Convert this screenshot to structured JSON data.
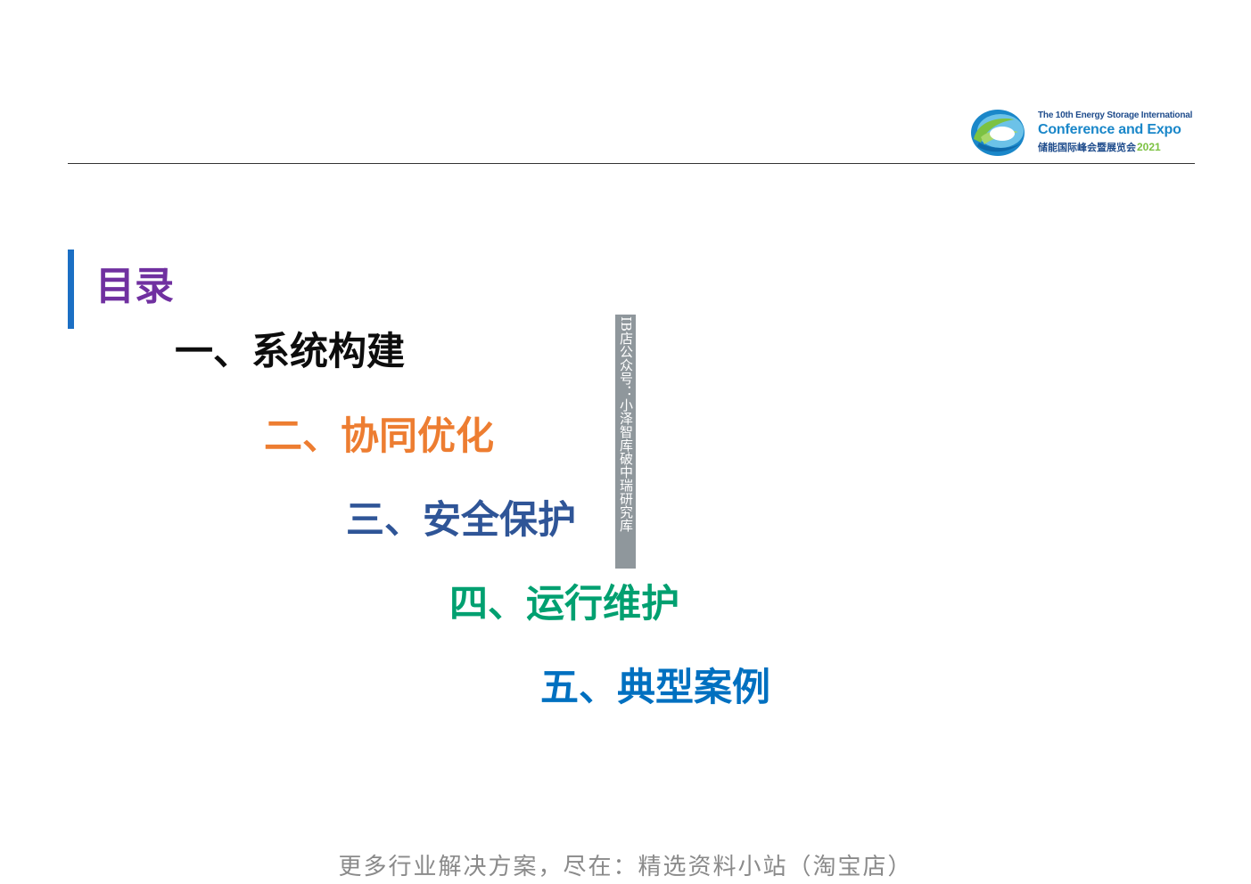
{
  "logo": {
    "line1": "The 10th Energy Storage International",
    "line2": "Conference and Expo",
    "line3": "储能国际峰会暨展览会",
    "year": "2021",
    "colors": {
      "green": "#7cc242",
      "blue": "#1a87c9",
      "navy": "#1f4c8c"
    }
  },
  "toc": {
    "title": "目录",
    "items": [
      {
        "label": "一、系统构建",
        "color": "#0d0d0d"
      },
      {
        "label": "二、协同优化",
        "color": "#ed7d31"
      },
      {
        "label": "三、安全保护",
        "color": "#2f5597"
      },
      {
        "label": "四、运行维护",
        "color": "#00a070"
      },
      {
        "label": "五、典型案例",
        "color": "#0070c0"
      }
    ]
  },
  "watermark": {
    "text": "IB店公众号：小泽智库破中瑞研究库"
  },
  "footer": {
    "text": "更多行业解决方案，尽在：精选资料小站（淘宝店）"
  }
}
